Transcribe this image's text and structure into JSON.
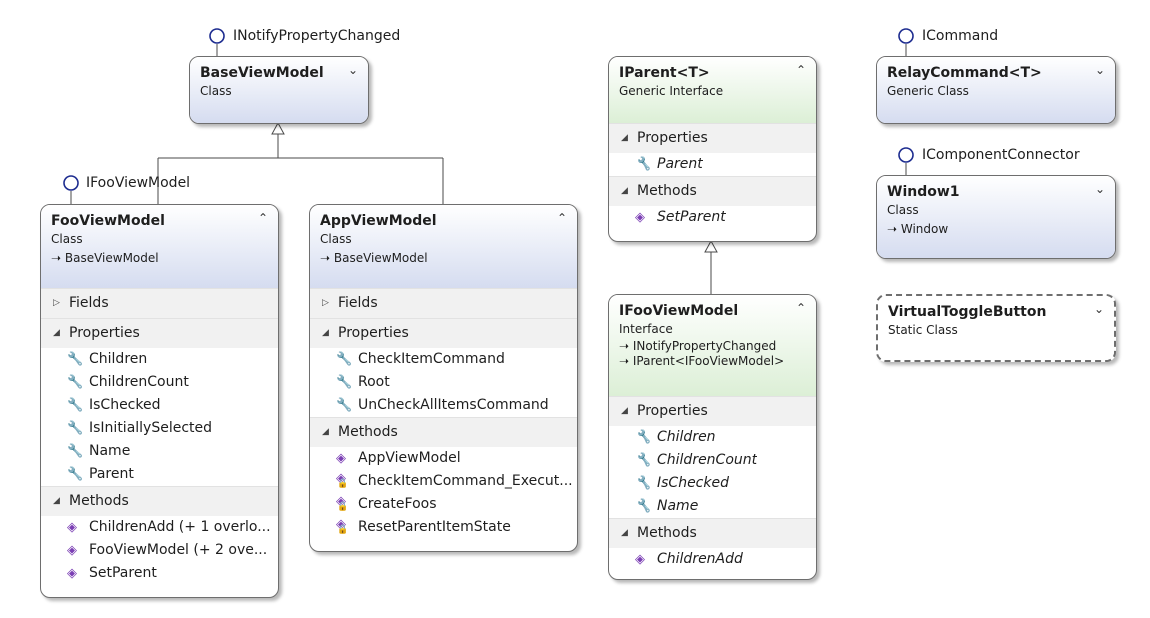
{
  "lollipops": {
    "base": "INotifyPropertyChanged",
    "foo": "IFooViewModel",
    "relay": "ICommand",
    "window": "IComponentConnector"
  },
  "collapse_glyphs": {
    "up": "⌃",
    "down": "⌄"
  },
  "base_view_model": {
    "name": "BaseViewModel",
    "kind": "Class"
  },
  "foo_view_model": {
    "name": "FooViewModel",
    "kind": "Class",
    "inherits": "BaseViewModel",
    "fields_label": "Fields",
    "properties_label": "Properties",
    "properties": [
      "Children",
      "ChildrenCount",
      "IsChecked",
      "IsInitiallySelected",
      "Name",
      "Parent"
    ],
    "methods_label": "Methods",
    "methods": [
      "ChildrenAdd (+ 1 overlo...",
      "FooViewModel (+ 2 ove...",
      "SetParent"
    ]
  },
  "app_view_model": {
    "name": "AppViewModel",
    "kind": "Class",
    "inherits": "BaseViewModel",
    "fields_label": "Fields",
    "properties_label": "Properties",
    "properties": [
      "CheckItemCommand",
      "Root",
      "UnCheckAllItemsCommand"
    ],
    "methods_label": "Methods",
    "methods": [
      "AppViewModel",
      "CheckItemCommand_Execut...",
      "CreateFoos",
      "ResetParentItemState"
    ]
  },
  "iparent": {
    "name": "IParent<T>",
    "kind": "Generic Interface",
    "properties_label": "Properties",
    "properties": [
      "Parent"
    ],
    "methods_label": "Methods",
    "methods": [
      "SetParent"
    ]
  },
  "ifoo_view_model": {
    "name": "IFooViewModel",
    "kind": "Interface",
    "inherits": [
      "INotifyPropertyChanged",
      "IParent<IFooViewModel>"
    ],
    "properties_label": "Properties",
    "properties": [
      "Children",
      "ChildrenCount",
      "IsChecked",
      "Name"
    ],
    "methods_label": "Methods",
    "methods": [
      "ChildrenAdd"
    ]
  },
  "relay_command": {
    "name": "RelayCommand<T>",
    "kind": "Generic Class"
  },
  "window1": {
    "name": "Window1",
    "kind": "Class",
    "inherits": "Window"
  },
  "virtual_toggle_button": {
    "name": "VirtualToggleButton",
    "kind": "Static Class"
  }
}
